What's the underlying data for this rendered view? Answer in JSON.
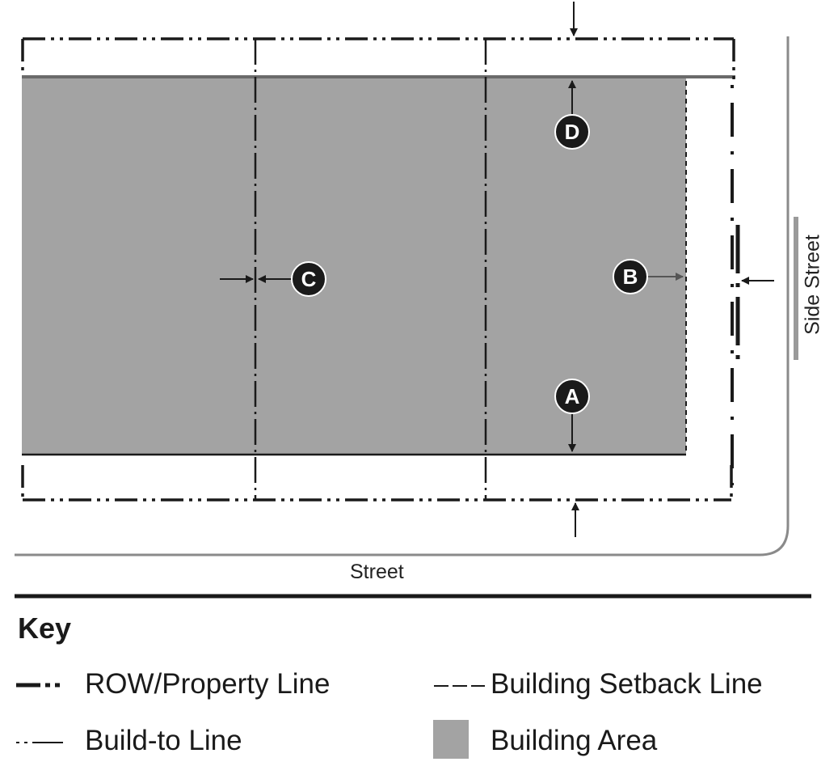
{
  "labels": {
    "street": "Street",
    "side_street": "Side Street"
  },
  "markers": [
    {
      "id": "A",
      "letter": "A"
    },
    {
      "id": "B",
      "letter": "B"
    },
    {
      "id": "C",
      "letter": "C"
    },
    {
      "id": "D",
      "letter": "D"
    }
  ],
  "key": {
    "title": "Key",
    "items": [
      {
        "id": "row",
        "label": "ROW/Property Line"
      },
      {
        "id": "setback",
        "label": "Building Setback Line"
      },
      {
        "id": "buildto",
        "label": "Build-to Line"
      },
      {
        "id": "area",
        "label": "Building Area"
      }
    ]
  },
  "colors": {
    "building_area": "#a3a3a3",
    "line": "#1a1a1a",
    "street_line": "#8a8a8a"
  }
}
